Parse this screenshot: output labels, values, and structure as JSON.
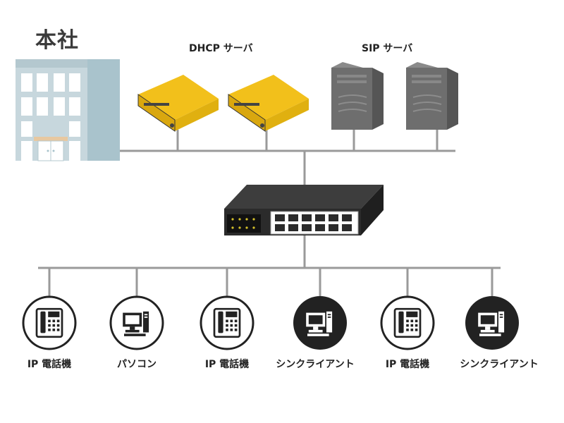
{
  "headquarters": {
    "title": "本社"
  },
  "servers": {
    "dhcp_label": "DHCP サーバ",
    "sip_label": "SIP サーバ"
  },
  "devices": [
    {
      "label": "IP 電話機",
      "icon": "ip-phone-icon",
      "style": "outline"
    },
    {
      "label": "パソコン",
      "icon": "pc-icon",
      "style": "outline"
    },
    {
      "label": "IP 電話機",
      "icon": "ip-phone-icon",
      "style": "outline"
    },
    {
      "label": "シンクライアント",
      "icon": "thin-client-icon",
      "style": "filled"
    },
    {
      "label": "IP 電話機",
      "icon": "ip-phone-icon",
      "style": "outline"
    },
    {
      "label": "シンクライアント",
      "icon": "thin-client-icon",
      "style": "filled"
    }
  ],
  "colors": {
    "line": "#9a9a9a",
    "router_yellow": "#f2c01b",
    "server_gray": "#6e6e6e",
    "building_blue": "#a9c3cc",
    "switch_dark": "#2b2b2b",
    "icon_dark": "#222222"
  }
}
